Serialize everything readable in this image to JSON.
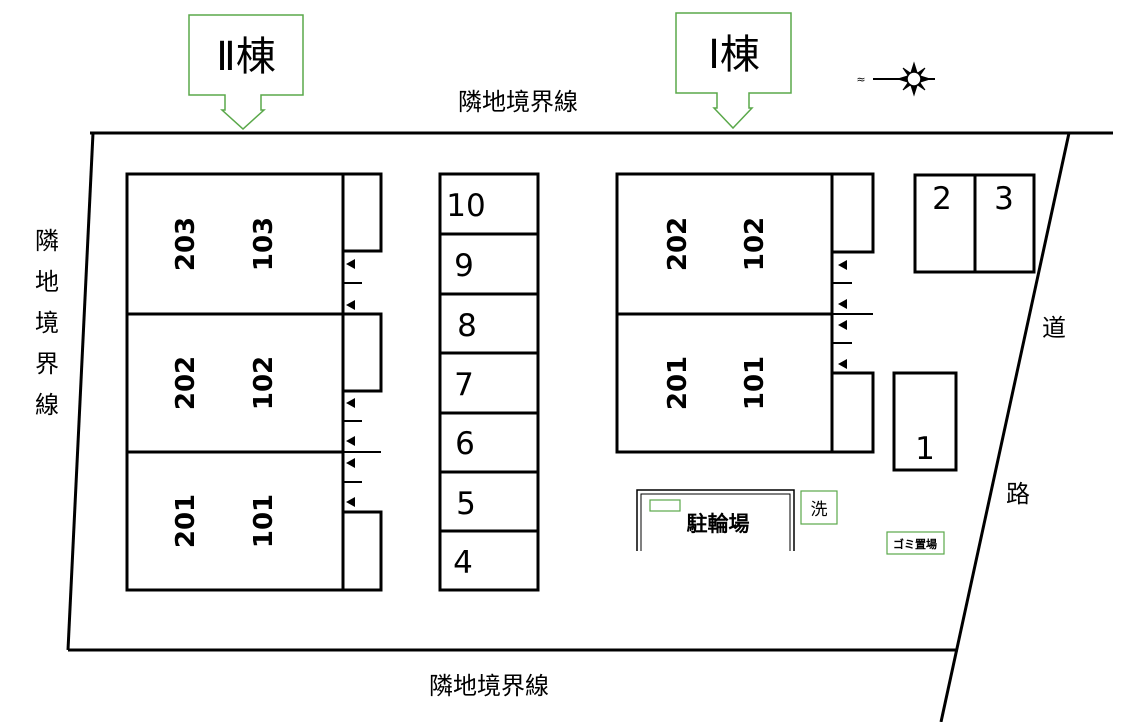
{
  "boundary_labels": {
    "top": "隣地境界線",
    "left": [
      "隣",
      "地",
      "境",
      "界",
      "線"
    ],
    "bottom": "隣地境界線"
  },
  "road_label": [
    "道",
    "路"
  ],
  "buildings": {
    "building_2": {
      "callout": "Ⅱ棟",
      "units": [
        "203",
        "103",
        "202",
        "102",
        "201",
        "101"
      ]
    },
    "building_1": {
      "callout": "Ⅰ棟",
      "units": [
        "202",
        "102",
        "201",
        "101"
      ]
    }
  },
  "parking_spaces": [
    "10",
    "9",
    "8",
    "7",
    "6",
    "5",
    "4",
    "1",
    "2",
    "3"
  ],
  "facilities": {
    "bicycle_parking": "駐輪場",
    "wash": "洗",
    "garbage": "ゴミ置場"
  },
  "compass": {
    "north_mark": "≈"
  },
  "colors": {
    "callout_border": "#5aa84a",
    "line": "#000000"
  }
}
